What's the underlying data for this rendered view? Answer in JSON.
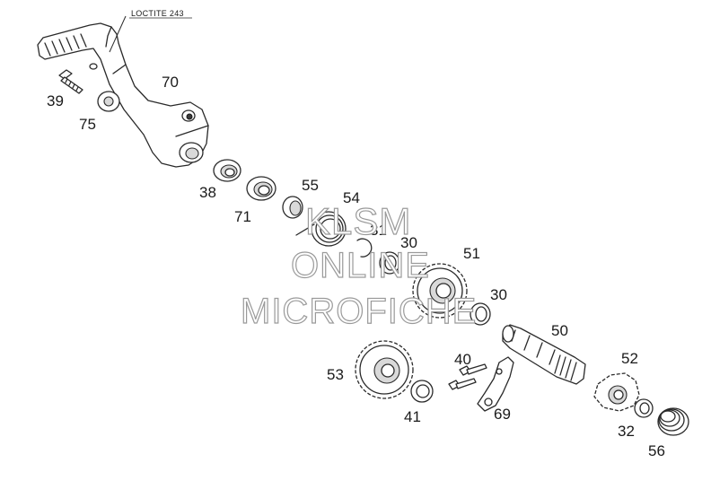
{
  "note": "LOCTITE 243",
  "watermark": {
    "line1": "KLSM",
    "line2": "ONLINE",
    "line3": "MICROFICHE"
  },
  "parts": [
    {
      "id": "70",
      "label": "70"
    },
    {
      "id": "39",
      "label": "39"
    },
    {
      "id": "75",
      "label": "75"
    },
    {
      "id": "38",
      "label": "38"
    },
    {
      "id": "71",
      "label": "71"
    },
    {
      "id": "55",
      "label": "55"
    },
    {
      "id": "54",
      "label": "54"
    },
    {
      "id": "31",
      "label": "31"
    },
    {
      "id": "30a",
      "label": "30"
    },
    {
      "id": "51",
      "label": "51"
    },
    {
      "id": "30b",
      "label": "30"
    },
    {
      "id": "50",
      "label": "50"
    },
    {
      "id": "40",
      "label": "40"
    },
    {
      "id": "53",
      "label": "53"
    },
    {
      "id": "41",
      "label": "41"
    },
    {
      "id": "69",
      "label": "69"
    },
    {
      "id": "52",
      "label": "52"
    },
    {
      "id": "32",
      "label": "32"
    },
    {
      "id": "56",
      "label": "56"
    }
  ]
}
